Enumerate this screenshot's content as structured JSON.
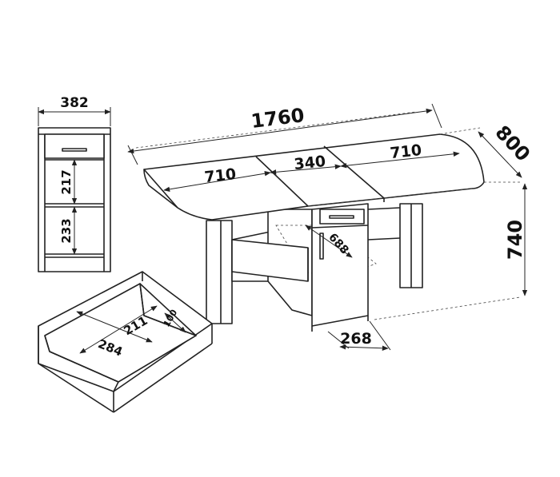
{
  "dimensions": {
    "cabinet_depth": "382",
    "shelf_upper": "217",
    "shelf_lower": "233",
    "total_length": "1760",
    "depth": "800",
    "height": "740",
    "leaf_left": "710",
    "center_top": "340",
    "leaf_right": "710",
    "drawer_slide": "688",
    "cabinet_width": "268",
    "drawer_inner_depth": "211",
    "drawer_inner_height": "100",
    "drawer_inner_width": "284"
  },
  "colors": {
    "line": "#222222",
    "background": "#ffffff"
  }
}
